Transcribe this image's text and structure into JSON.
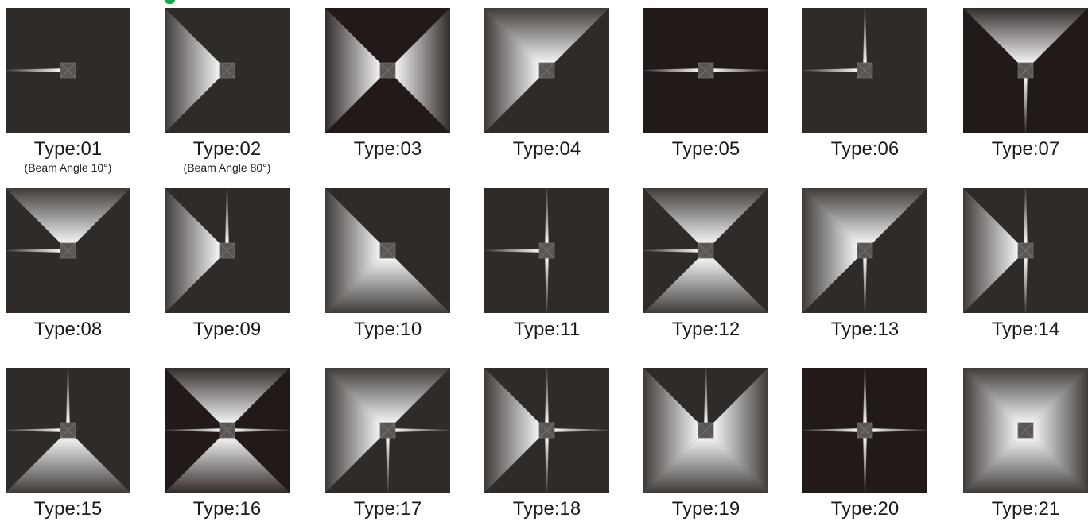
{
  "colors": {
    "tile_dark": "#2f2b28",
    "tile_black": "#211a18",
    "beam": "#ffffff",
    "square": "#5a5654",
    "accent": "#17a84a"
  },
  "items": [
    {
      "label": "Type:01",
      "sub": "(Beam Angle 10°)",
      "beams": {
        "left": "narrow"
      }
    },
    {
      "label": "Type:02",
      "sub": "(Beam Angle 80°)",
      "beams": {
        "left": "wide"
      }
    },
    {
      "label": "Type:03",
      "beams": {
        "left": "wide",
        "right": "wide"
      },
      "bg": "black"
    },
    {
      "label": "Type:04",
      "beams": {
        "left": "wide",
        "up": "wide"
      }
    },
    {
      "label": "Type:05",
      "beams": {
        "left": "narrow",
        "right": "narrow"
      },
      "bg": "black"
    },
    {
      "label": "Type:06",
      "beams": {
        "left": "narrow",
        "up": "narrow"
      }
    },
    {
      "label": "Type:07",
      "beams": {
        "up": "wide",
        "down": "narrow"
      },
      "bg": "black"
    },
    {
      "label": "Type:08",
      "beams": {
        "left": "narrow",
        "up": "wide"
      }
    },
    {
      "label": "Type:09",
      "beams": {
        "left": "wide",
        "up": "narrow"
      }
    },
    {
      "label": "Type:10",
      "beams": {
        "left": "wide",
        "down": "wide"
      }
    },
    {
      "label": "Type:11",
      "beams": {
        "left": "narrow",
        "up": "narrow",
        "down": "narrow"
      }
    },
    {
      "label": "Type:12",
      "beams": {
        "left": "narrow",
        "up": "wide",
        "down": "wide"
      }
    },
    {
      "label": "Type:13",
      "beams": {
        "left": "wide",
        "up": "wide",
        "down": "narrow"
      }
    },
    {
      "label": "Type:14",
      "beams": {
        "left": "wide",
        "up": "narrow",
        "down": "narrow"
      }
    },
    {
      "label": "Type:15",
      "beams": {
        "left": "narrow",
        "up": "narrow",
        "down": "wide"
      }
    },
    {
      "label": "Type:16",
      "beams": {
        "left": "narrow",
        "right": "narrow",
        "up": "wide",
        "down": "wide"
      },
      "bg": "black"
    },
    {
      "label": "Type:17",
      "beams": {
        "left": "wide",
        "right": "narrow",
        "up": "wide",
        "down": "narrow"
      }
    },
    {
      "label": "Type:18",
      "beams": {
        "left": "wide",
        "right": "narrow",
        "up": "narrow",
        "down": "narrow"
      }
    },
    {
      "label": "Type:19",
      "beams": {
        "left": "wide",
        "right": "wide",
        "up": "narrow",
        "down": "wide"
      }
    },
    {
      "label": "Type:20",
      "beams": {
        "left": "narrow",
        "right": "narrow",
        "up": "narrow",
        "down": "narrow"
      },
      "bg": "black"
    },
    {
      "label": "Type:21",
      "beams": {
        "left": "wide",
        "right": "wide",
        "up": "wide",
        "down": "wide"
      }
    }
  ]
}
